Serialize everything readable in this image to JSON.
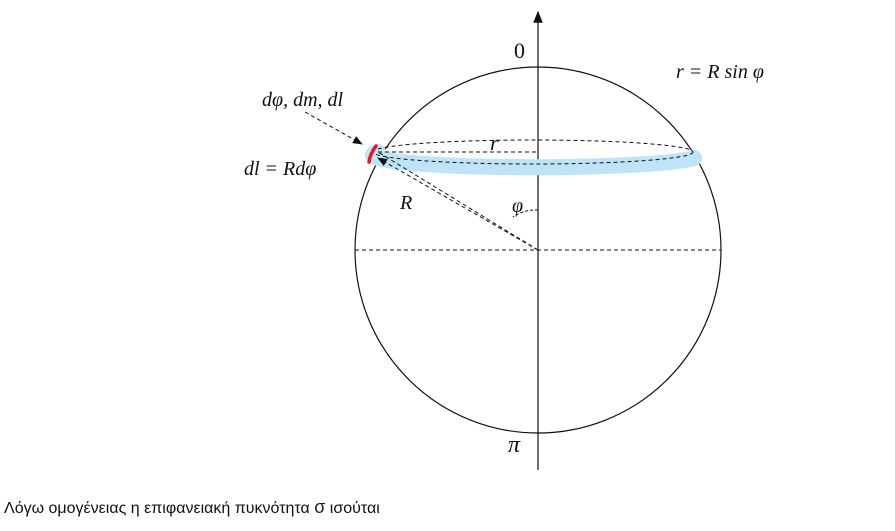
{
  "labels": {
    "top_pole": "0",
    "bottom_pole": "π",
    "radius_formula": "r = R sin φ",
    "ring_radius": "r",
    "sphere_radius": "R",
    "angle": "φ",
    "element_label": "dφ, dm, dl",
    "arc_length": "dl = Rdφ"
  },
  "caption": {
    "text": "Λόγω ομογένειας η επιφανειακή πυκνότητα",
    "symbol": "σ",
    "tail": "ισούται"
  },
  "colors": {
    "ring": "#bfe3f7",
    "element": "#e8152b",
    "ink": "#111111"
  }
}
